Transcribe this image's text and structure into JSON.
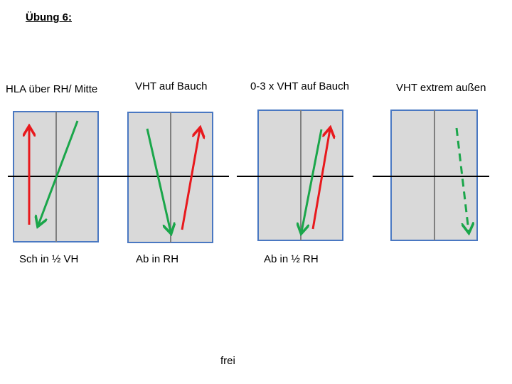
{
  "title": "Übung 6:",
  "footer": "frei",
  "colors": {
    "green": "#1aa64a",
    "red": "#e8191d",
    "panel_fill": "#d9d9d9",
    "panel_border": "#4a78c2"
  },
  "panels": [
    {
      "heading": "HLA über RH/ Mitte",
      "caption": "Sch in ½ VH"
    },
    {
      "heading": "VHT auf Bauch",
      "caption": "Ab in RH"
    },
    {
      "heading": "0-3 x VHT auf Bauch",
      "caption": "Ab in ½ RH"
    },
    {
      "heading": "VHT extrem außen",
      "caption": ""
    }
  ]
}
